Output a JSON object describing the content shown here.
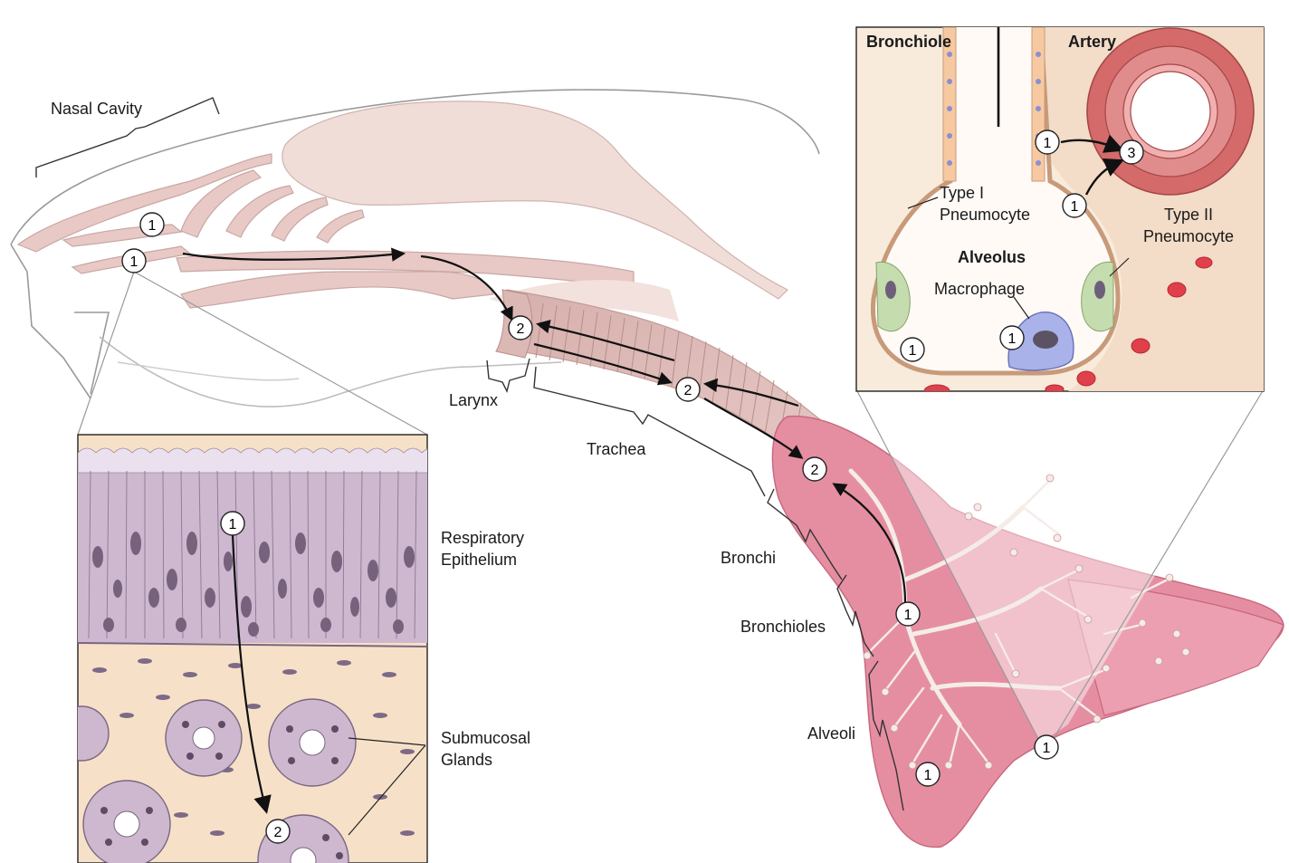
{
  "labels": {
    "nasal_cavity": "Nasal Cavity",
    "larynx": "Larynx",
    "trachea": "Trachea",
    "bronchi": "Bronchi",
    "bronchioles": "Bronchioles",
    "alveoli": "Alveoli",
    "respiratory_epithelium": "Respiratory\nEpithelium",
    "submucosal_glands": "Submucosal\nGlands"
  },
  "inset_alveolus": {
    "bronchiole": "Bronchiole",
    "artery": "Artery",
    "type1": "Type I\nPneumocyte",
    "type2": "Type II\nPneumocyte",
    "alveolus": "Alveolus",
    "macrophage": "Macrophage"
  },
  "markers": {
    "one": "1",
    "two": "2",
    "three": "3"
  },
  "colors": {
    "tissue_pink": "#e8c9c6",
    "lung_pink": "#e58ea2",
    "epithelium_purple": "#cdb8cf",
    "submucosa_tan": "#f6e1c8",
    "artery_red": "#d46a6a",
    "macrophage_blue": "#aab2ea",
    "type2_green": "#c4dcae"
  }
}
